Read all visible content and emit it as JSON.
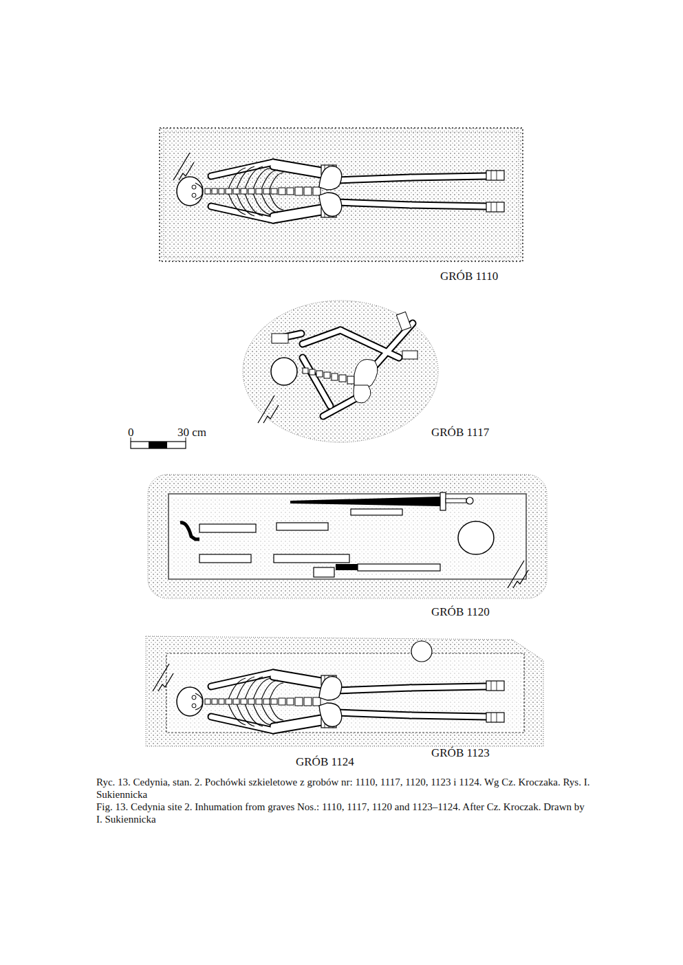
{
  "diagram": {
    "caption": "Ryc. 13. Cedynia, stan. 2. Pochówki szkieletowe z grobów nr: 1110, 1117, 1120, 1123 i 1124. Wg Cz. Kroczaka. Rys. I. Sukiennicka",
    "labels": [
      "GRÓB 1110",
      "GRÓB 1117",
      "0",
      "30 cm",
      "GRÓB 1120",
      "GRÓB 1124",
      "GRÓB 1123",
      "Fig. 13. Cedynia site 2. Inhumation from graves Nos.: 1110, 1117, 1120 and 1123–1124. After Cz. Kroczak. Drawn by I. Sukiennicka"
    ]
  }
}
